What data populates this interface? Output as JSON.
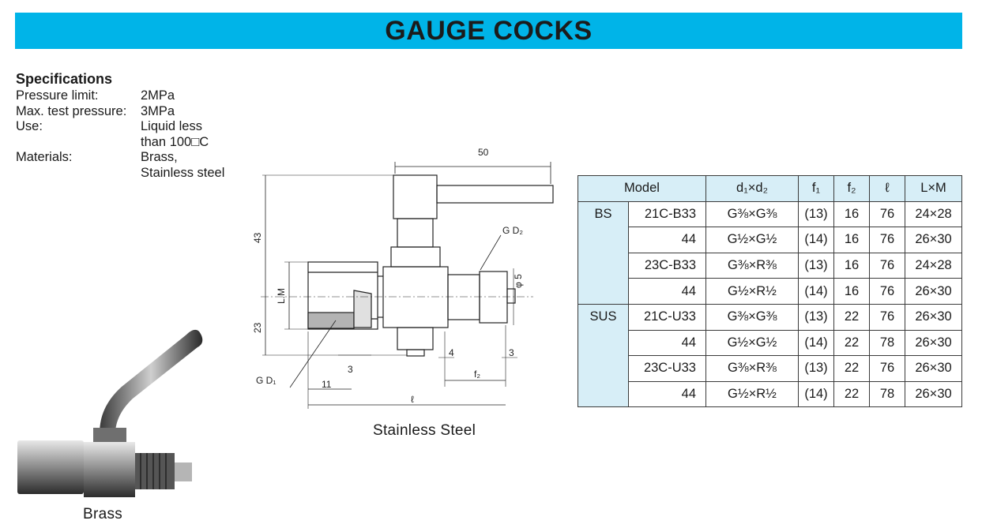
{
  "header": {
    "title": "GAUGE COCKS"
  },
  "specs": {
    "heading": "Specifications",
    "rows": [
      {
        "key": "Pressure limit:",
        "value": "2MPa"
      },
      {
        "key": "Max. test pressure:",
        "value": "3MPa"
      },
      {
        "key": "Use:",
        "value": "Liquid less\nthan 100□C"
      },
      {
        "key": "Materials:",
        "value": "Brass,\nStainless steel"
      }
    ]
  },
  "drawing": {
    "caption": "Stainless Steel",
    "labels": {
      "dim_50": "50",
      "dim_43": "43",
      "dim_23": "23",
      "dim_lm": "L.M",
      "gd2": "G D₂",
      "phi5": "φ 5",
      "gd1": "G D₁",
      "dim_3a": "3",
      "dim_11": "11",
      "dim_4": "4",
      "dim_3b": "3",
      "f2": "f₂",
      "ell": "ℓ"
    }
  },
  "photo": {
    "caption": "Brass"
  },
  "table": {
    "headers": [
      "Model",
      "d₁×d₂",
      "f₁",
      "f₂",
      "ℓ",
      "L×M"
    ],
    "groups": [
      {
        "material": "BS",
        "rows": [
          {
            "model": "21C-B33",
            "d": "G⅜×G⅜",
            "f1": "(13)",
            "f2": "16",
            "l": "76",
            "lm": "24×28"
          },
          {
            "model": "44",
            "d": "G½×G½",
            "f1": "(14)",
            "f2": "16",
            "l": "76",
            "lm": "26×30"
          },
          {
            "model": "23C-B33",
            "d": "G⅜×R⅜",
            "f1": "(13)",
            "f2": "16",
            "l": "76",
            "lm": "24×28"
          },
          {
            "model": "44",
            "d": "G½×R½",
            "f1": "(14)",
            "f2": "16",
            "l": "76",
            "lm": "26×30"
          }
        ]
      },
      {
        "material": "SUS",
        "rows": [
          {
            "model": "21C-U33",
            "d": "G⅜×G⅜",
            "f1": "(13)",
            "f2": "22",
            "l": "76",
            "lm": "26×30"
          },
          {
            "model": "44",
            "d": "G½×G½",
            "f1": "(14)",
            "f2": "22",
            "l": "78",
            "lm": "26×30"
          },
          {
            "model": "23C-U33",
            "d": "G⅜×R⅜",
            "f1": "(13)",
            "f2": "22",
            "l": "76",
            "lm": "26×30"
          },
          {
            "model": "44",
            "d": "G½×R½",
            "f1": "(14)",
            "f2": "22",
            "l": "78",
            "lm": "26×30"
          }
        ]
      }
    ]
  },
  "colors": {
    "accent": "#00b4e8",
    "table_header": "#d7eef7"
  }
}
